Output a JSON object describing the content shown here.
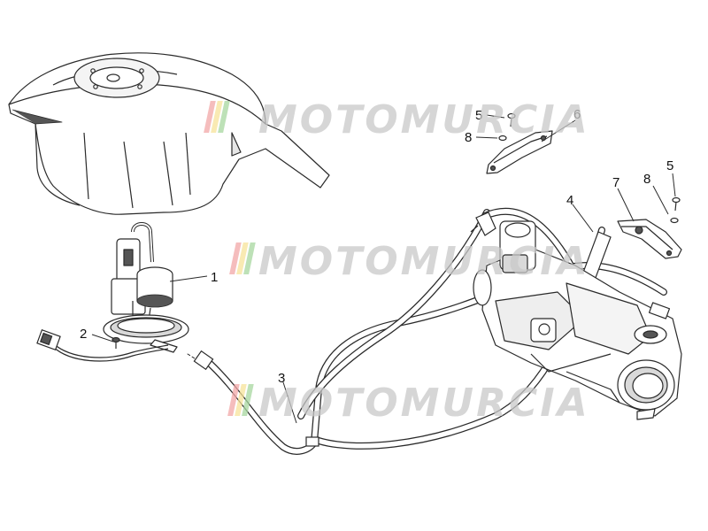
{
  "callouts": [
    "1",
    "2",
    "3",
    "4",
    "5",
    "5",
    "6",
    "7",
    "8",
    "8"
  ],
  "watermark": {
    "text": "MOTOMURCIA",
    "colors": [
      "#f2a7a7",
      "#f7e39a",
      "#a8d7a0"
    ],
    "text_color": "#c9c9c9"
  },
  "colors": {
    "line": "#2a2a2a",
    "part_fill": "#ffffff",
    "shade": "#d9d9d9"
  }
}
